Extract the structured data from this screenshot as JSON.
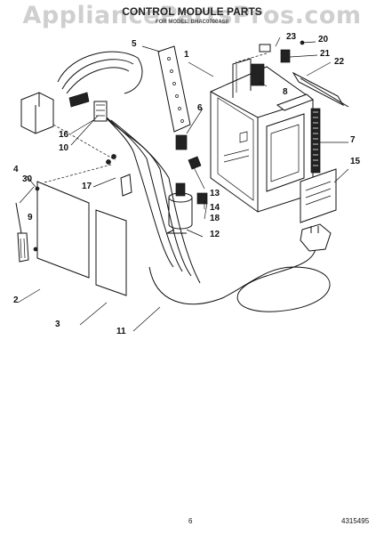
{
  "watermark": "AppliancePartsPros.com",
  "title": "CONTROL MODULE PARTS",
  "subtitle": "FOR MODEL: BHAC0700AS0",
  "callouts": [
    {
      "id": "c1",
      "label": "1"
    },
    {
      "id": "c2",
      "label": "2"
    },
    {
      "id": "c3",
      "label": "3"
    },
    {
      "id": "c4",
      "label": "4"
    },
    {
      "id": "c5",
      "label": "5"
    },
    {
      "id": "c6",
      "label": "6"
    },
    {
      "id": "c7",
      "label": "7"
    },
    {
      "id": "c8",
      "label": "8"
    },
    {
      "id": "c9",
      "label": "9"
    },
    {
      "id": "c10",
      "label": "10"
    },
    {
      "id": "c11",
      "label": "11"
    },
    {
      "id": "c12",
      "label": "12"
    },
    {
      "id": "c13",
      "label": "13"
    },
    {
      "id": "c14",
      "label": "14"
    },
    {
      "id": "c15",
      "label": "15"
    },
    {
      "id": "c16",
      "label": "16"
    },
    {
      "id": "c17",
      "label": "17"
    },
    {
      "id": "c18",
      "label": "18"
    },
    {
      "id": "c20",
      "label": "20"
    },
    {
      "id": "c21",
      "label": "21"
    },
    {
      "id": "c22",
      "label": "22"
    },
    {
      "id": "c23",
      "label": "23"
    },
    {
      "id": "c30",
      "label": "30"
    }
  ],
  "footer": {
    "page_number": "6",
    "doc_number": "4315495"
  }
}
